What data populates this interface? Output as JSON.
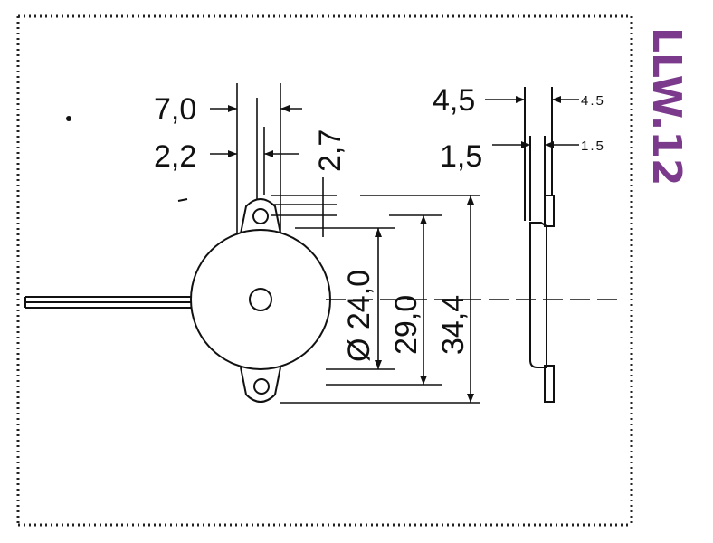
{
  "drawing": {
    "code": "LLW.12",
    "code_color": "#7b3a8c",
    "front_view": {
      "width_outer": "7,0",
      "width_inner": "2,2",
      "hole_offset": "2,7",
      "body_diameter": "Ø 24,0",
      "hole_spacing": "29,0",
      "overall_height": "34,4"
    },
    "side_view": {
      "thickness_total": "4,5",
      "thickness_total_small": "4.5",
      "thickness_body": "1,5",
      "thickness_body_small": "1.5"
    }
  }
}
